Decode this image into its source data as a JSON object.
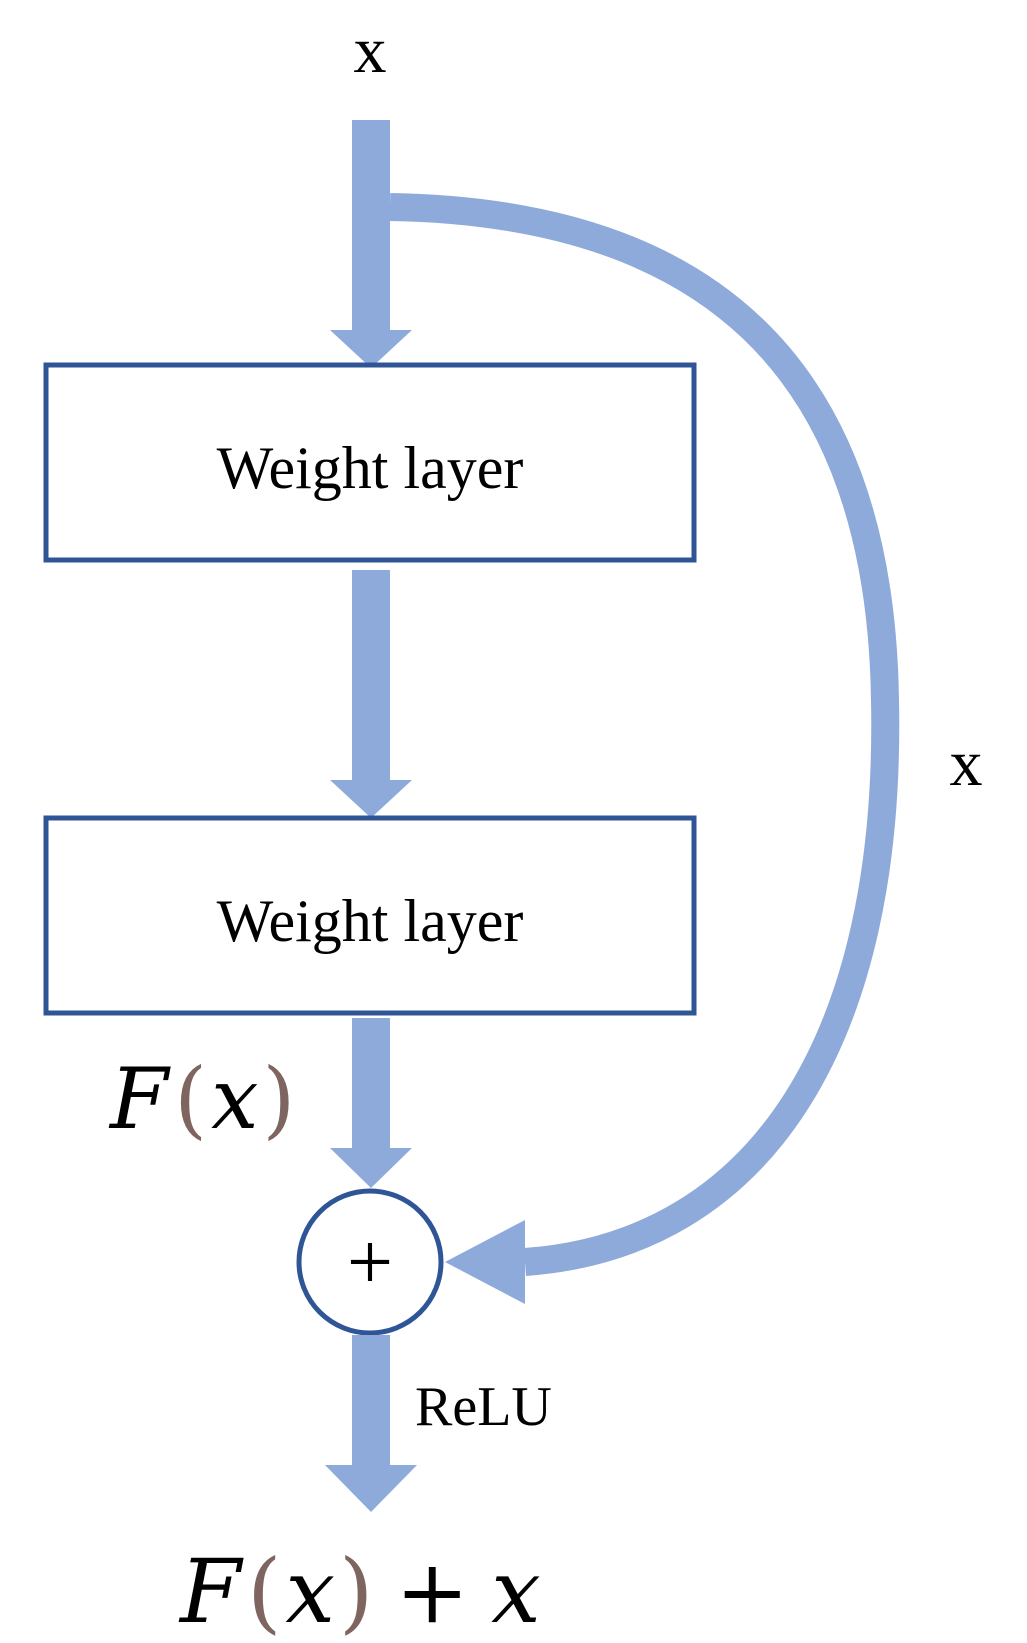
{
  "diagram": {
    "input_label": "x",
    "skip_label": "x",
    "layer1_label": "Weight layer",
    "layer2_label": "Weight layer",
    "residual_label": {
      "func": "F",
      "open_paren": "(",
      "var": "x",
      "close_paren": ")"
    },
    "sum_symbol": "+",
    "activation_label": "ReLU",
    "output_label": {
      "func": "F",
      "open_paren": "(",
      "var": "x",
      "close_paren": ")",
      "plus": "+",
      "var2": "x"
    }
  },
  "colors": {
    "arrow": "#8eaadb",
    "box_border": "#2f5597",
    "text": "#000000",
    "paren": "#7f6560"
  }
}
